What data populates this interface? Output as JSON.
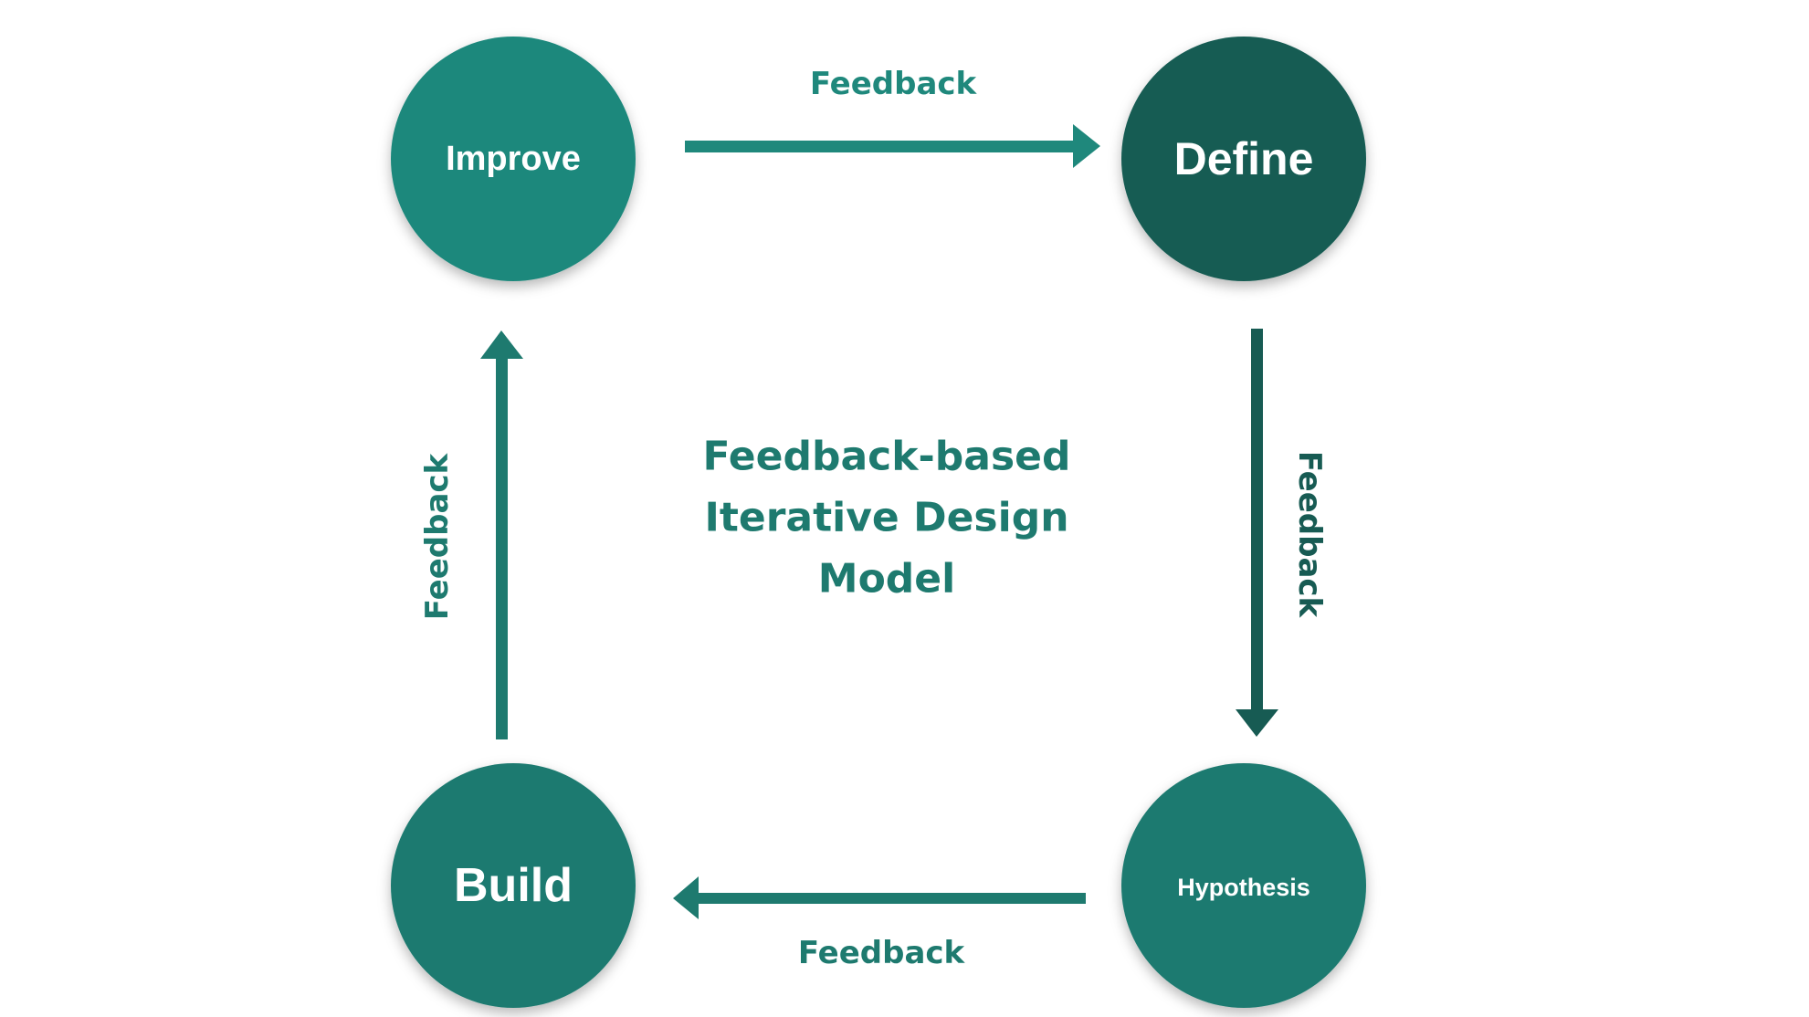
{
  "diagram": {
    "title_lines": [
      "Feedback-based",
      "Iterative Design",
      "Model"
    ],
    "nodes": {
      "improve": {
        "label": "Improve",
        "color": "#1f887c"
      },
      "define": {
        "label": "Define",
        "color": "#175b53"
      },
      "hypothesis": {
        "label": "Hypothesis",
        "color": "#1e7a6f"
      },
      "build": {
        "label": "Build",
        "color": "#1e7a6f"
      }
    },
    "edges": {
      "improve_to_define": {
        "label": "Feedback",
        "color": "#1f887c"
      },
      "define_to_hypothesis": {
        "label": "Feedback",
        "color": "#175b53"
      },
      "hypothesis_to_build": {
        "label": "Feedback",
        "color": "#1e7a6f"
      },
      "build_to_improve": {
        "label": "Feedback",
        "color": "#1e7a6f"
      }
    },
    "title_color": "#1e7a6f"
  }
}
